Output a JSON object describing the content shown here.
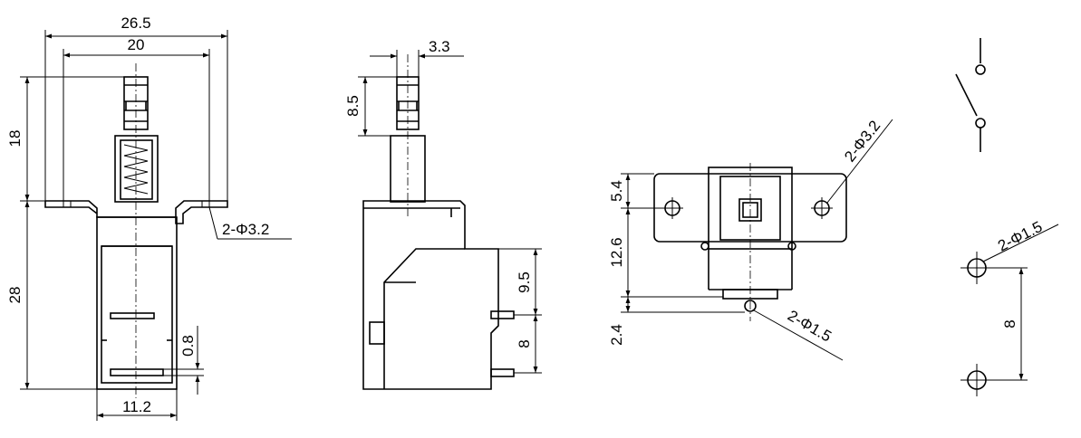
{
  "front_view": {
    "overall_width": "26.5",
    "flange_width": "20",
    "plunger_height": "18",
    "body_height": "28",
    "body_width": "11.2",
    "pin_thickness": "0.8",
    "mount_hole": "2-Φ3.2"
  },
  "side_view": {
    "plunger_width": "3.3",
    "plunger_travel": "8.5",
    "terminal_offset": "9.5",
    "terminal_pitch": "8"
  },
  "top_view": {
    "hole_offset": "5.4",
    "body_depth": "12.6",
    "pin_offset": "2.4",
    "mount_hole": "2-Φ3.2",
    "pin_hole": "2-Φ1.5"
  },
  "pcb_layout": {
    "pin_hole": "2-Φ1.5",
    "pin_pitch": "8"
  },
  "colors": {
    "ink": "#000000",
    "paper": "#ffffff"
  }
}
